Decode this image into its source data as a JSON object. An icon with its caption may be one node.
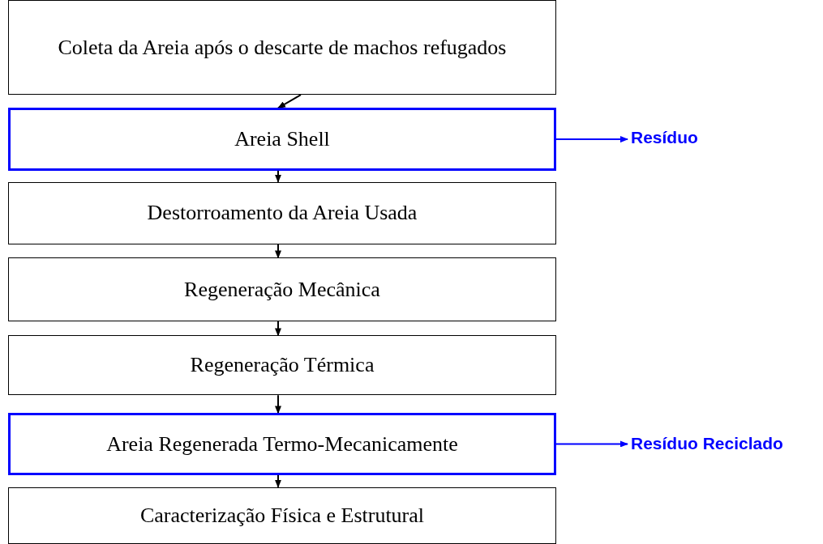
{
  "diagram": {
    "nodes": [
      {
        "text": [
          "Coleta da Areia após o descarte de machos refugados"
        ]
      },
      {
        "text": [
          "Areia Shell"
        ]
      },
      {
        "text": [
          "Destorroamento da Areia Usada"
        ]
      },
      {
        "text": [
          "Regeneração Mecânica"
        ]
      },
      {
        "text": [
          "Regeneração Térmica"
        ]
      },
      {
        "text": [
          "Areia Regenerada Termo-Mecanicamente"
        ]
      },
      {
        "text": [
          "Caracterização Física e Estrutural"
        ]
      },
      {
        "text": [
          "Resíduo"
        ]
      },
      {
        "text": [
          "Resíduo Reciclado"
        ]
      }
    ],
    "edges": [
      {
        "from": 0,
        "to": 1,
        "arrow": "to"
      },
      {
        "from": 1,
        "to": 2,
        "arrow": "to"
      },
      {
        "from": 2,
        "to": 3,
        "arrow": "to"
      },
      {
        "from": 3,
        "to": 4,
        "arrow": "to"
      },
      {
        "from": 4,
        "to": 5,
        "arrow": "to"
      },
      {
        "from": 5,
        "to": 6,
        "arrow": "to"
      },
      {
        "from": 1,
        "to": 7,
        "arrow": "to",
        "color": "#0000ff"
      },
      {
        "from": 5,
        "to": 8,
        "arrow": "to",
        "color": "#0000ff"
      }
    ]
  }
}
